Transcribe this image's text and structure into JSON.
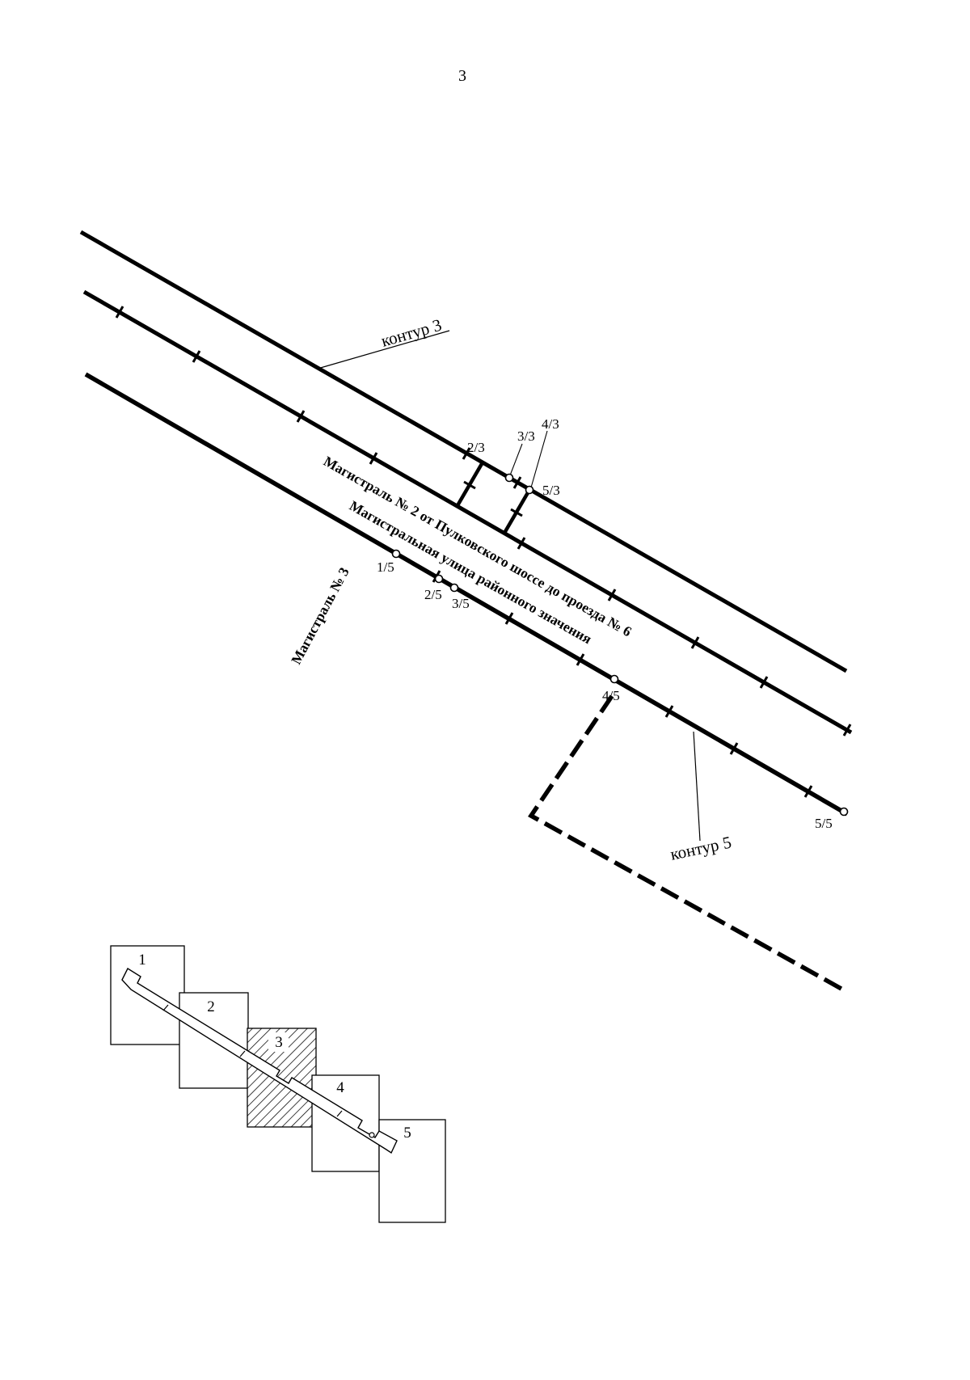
{
  "page": {
    "number": "3"
  },
  "drawing": {
    "contour3": {
      "label": "контур 3"
    },
    "contour5": {
      "label": "контур 5"
    },
    "road2": {
      "name": "Магистраль № 2 от Пулковского шоссе до проезда № 6",
      "class": "Магистральная улица районного значения"
    },
    "road3": {
      "name": "Магистраль № 3"
    },
    "points": {
      "p2_3": "2/3",
      "p3_3": "3/3",
      "p4_3": "4/3",
      "p5_3": "5/3",
      "p1_5": "1/5",
      "p2_5": "2/5",
      "p3_5": "3/5",
      "p4_5": "4/5",
      "p5_5": "5/5"
    }
  },
  "inset": {
    "sheets": [
      {
        "label": "1"
      },
      {
        "label": "2"
      },
      {
        "label": "3"
      },
      {
        "label": "4"
      },
      {
        "label": "5"
      }
    ]
  },
  "colors": {
    "ink": "#000000",
    "paper": "#ffffff"
  }
}
